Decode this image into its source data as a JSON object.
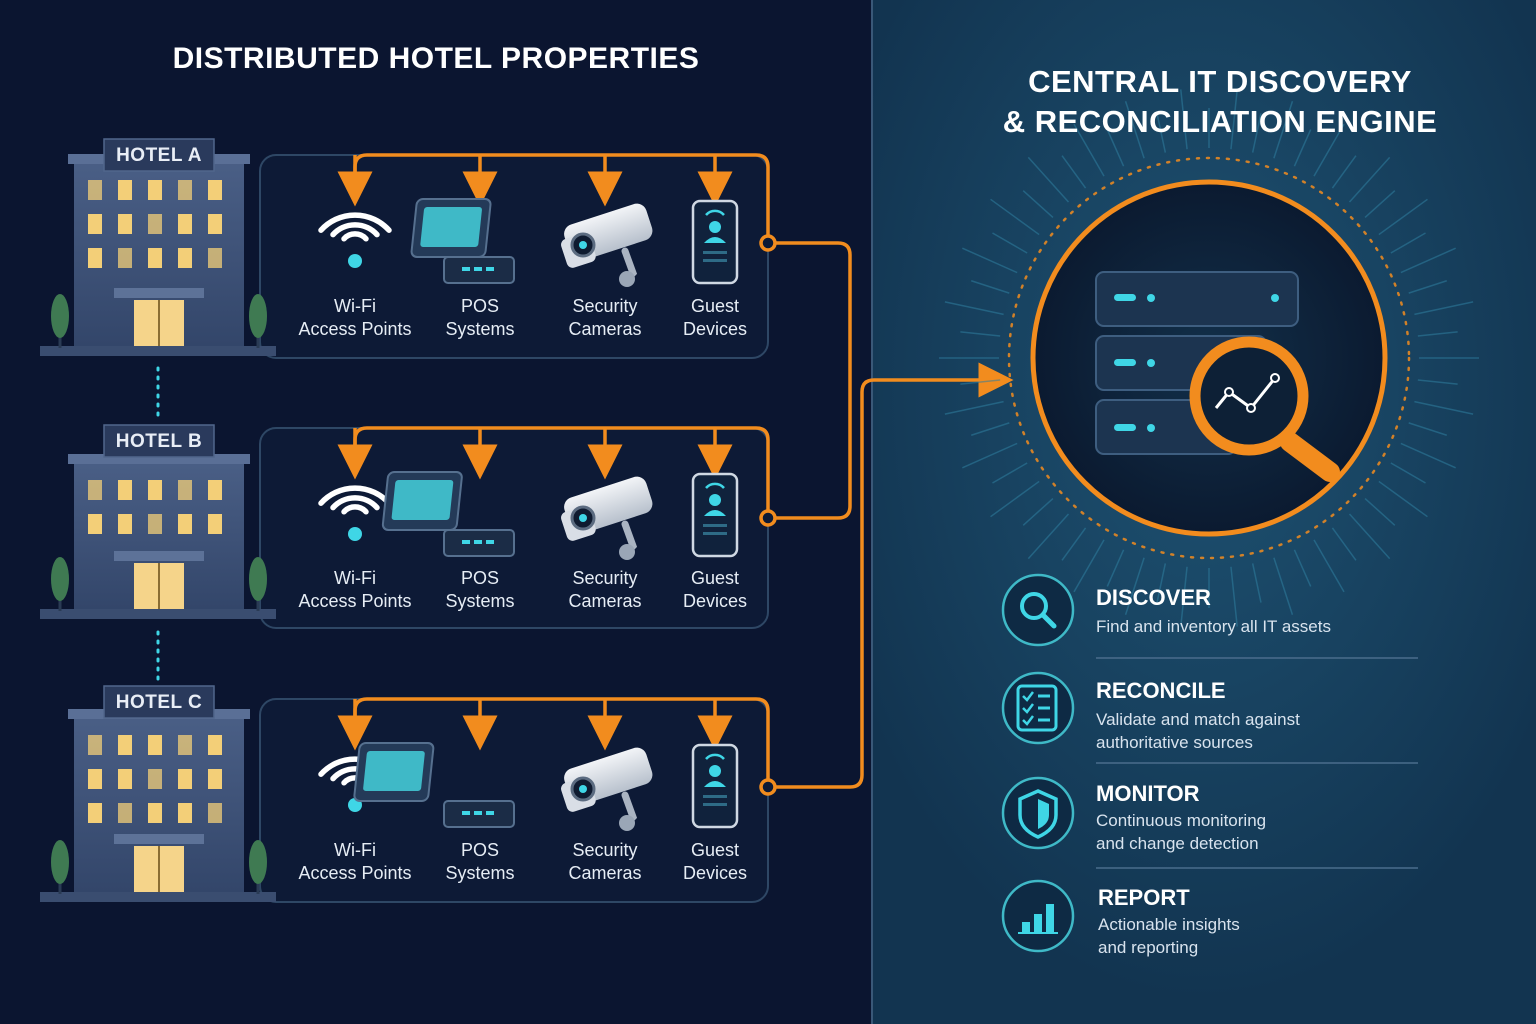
{
  "left_title": "DISTRIBUTED HOTEL PROPERTIES",
  "right_title_line1": "CENTRAL IT DISCOVERY",
  "right_title_line2": "& RECONCILIATION ENGINE",
  "hotels": [
    {
      "name": "HOTEL A"
    },
    {
      "name": "HOTEL B"
    },
    {
      "name": "HOTEL C"
    }
  ],
  "devices": [
    {
      "line1": "Wi-Fi",
      "line2": "Access Points",
      "icon": "wifi-icon"
    },
    {
      "line1": "POS",
      "line2": "Systems",
      "icon": "pos-terminal-icon"
    },
    {
      "line1": "Security",
      "line2": "Cameras",
      "icon": "security-camera-icon"
    },
    {
      "line1": "Guest",
      "line2": "Devices",
      "icon": "smartphone-icon"
    }
  ],
  "features": [
    {
      "title": "DISCOVER",
      "desc1": "Find and inventory all IT assets",
      "desc2": "",
      "icon": "magnifier-icon"
    },
    {
      "title": "RECONCILE",
      "desc1": "Validate and match against",
      "desc2": "authoritative sources",
      "icon": "checklist-icon"
    },
    {
      "title": "MONITOR",
      "desc1": "Continuous monitoring",
      "desc2": "and change detection",
      "icon": "shield-icon"
    },
    {
      "title": "REPORT",
      "desc1": "Actionable insights",
      "desc2": "and reporting",
      "icon": "bar-chart-icon"
    }
  ],
  "colors": {
    "left_bg": "#0b1530",
    "right_bg": "#143a56",
    "accent_orange": "#f28c1e",
    "accent_cyan": "#3fd6e6",
    "panel_border": "#2e4765"
  }
}
